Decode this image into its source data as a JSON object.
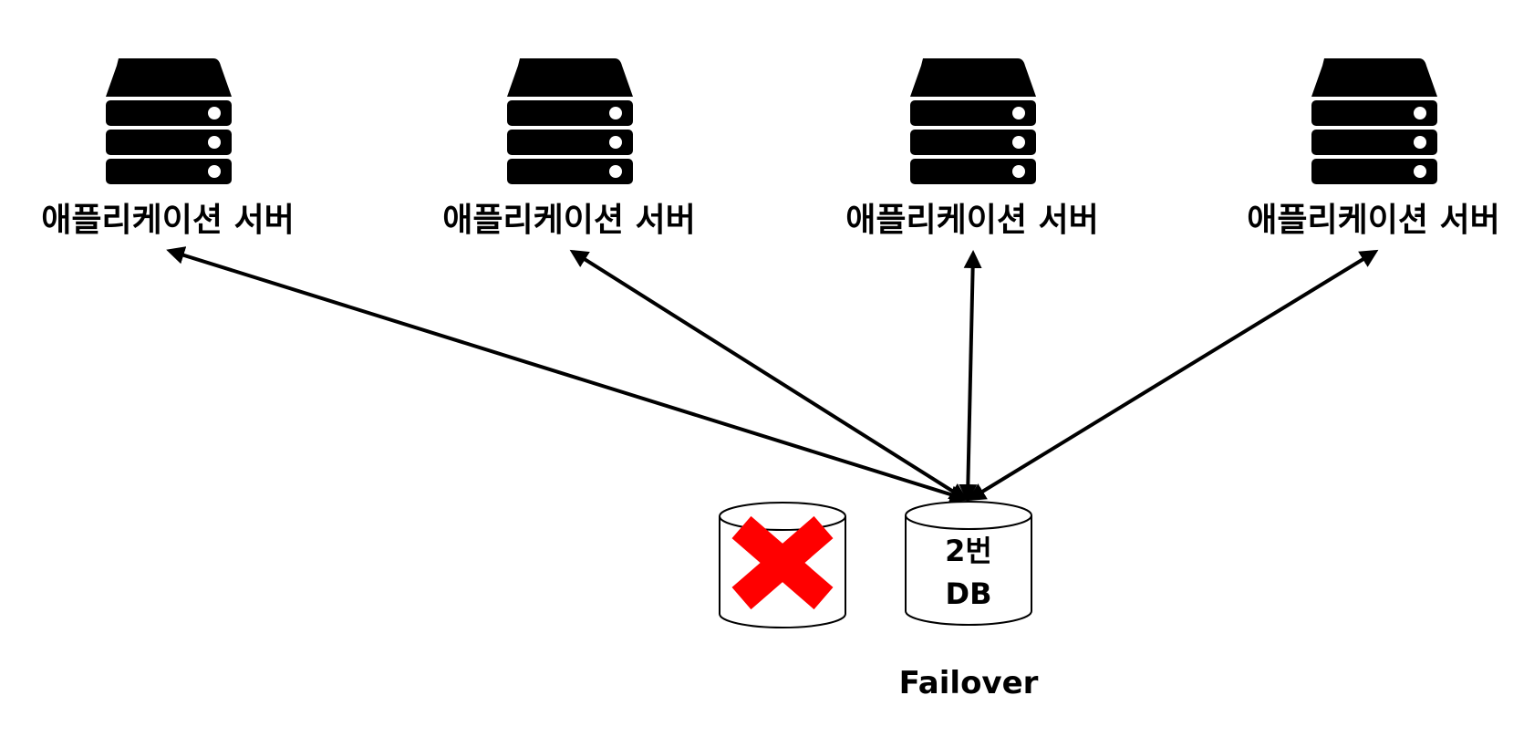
{
  "servers": [
    {
      "label": "애플리케이션 서버",
      "icon": "server-icon"
    },
    {
      "label": "애플리케이션 서버",
      "icon": "server-icon"
    },
    {
      "label": "애플리케이션 서버",
      "icon": "server-icon"
    },
    {
      "label": "애플리케이션 서버",
      "icon": "server-icon"
    }
  ],
  "databases": {
    "failed": {
      "icon": "database-icon",
      "status_icon": "failed-x-icon",
      "status_color": "#ff0000"
    },
    "active": {
      "icon": "database-icon",
      "line1": "2번",
      "line2": "DB"
    }
  },
  "caption": "Failover"
}
